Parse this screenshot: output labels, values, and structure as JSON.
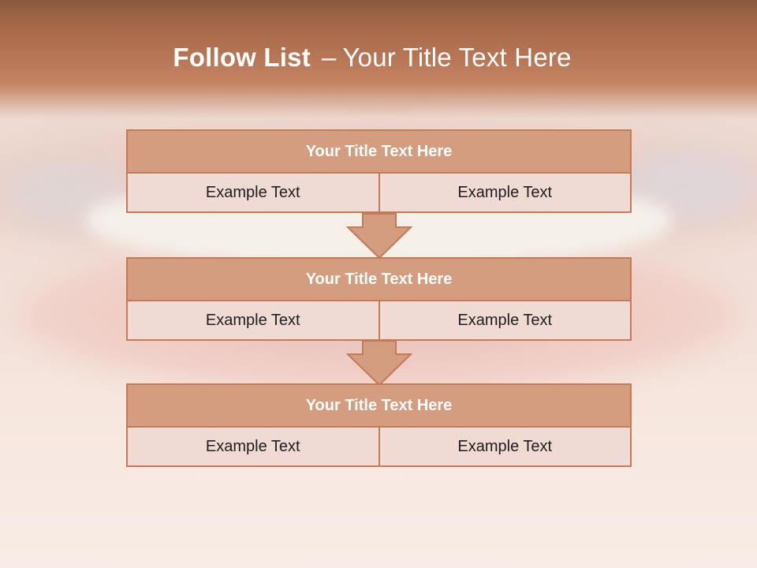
{
  "slide": {
    "title_bold": "Follow List",
    "title_sep": "–",
    "title_rest": "Your Title Text Here"
  },
  "colors": {
    "header": "#a86a4a",
    "box_title": "#d49d7f",
    "box_border": "#c47a56",
    "box_row": "#f0dad4"
  },
  "blocks": [
    {
      "title": "Your Title Text Here",
      "left": "Example Text",
      "right": "Example Text"
    },
    {
      "title": "Your Title Text Here",
      "left": "Example Text",
      "right": "Example Text"
    },
    {
      "title": "Your Title Text Here",
      "left": "Example Text",
      "right": "Example Text"
    }
  ]
}
